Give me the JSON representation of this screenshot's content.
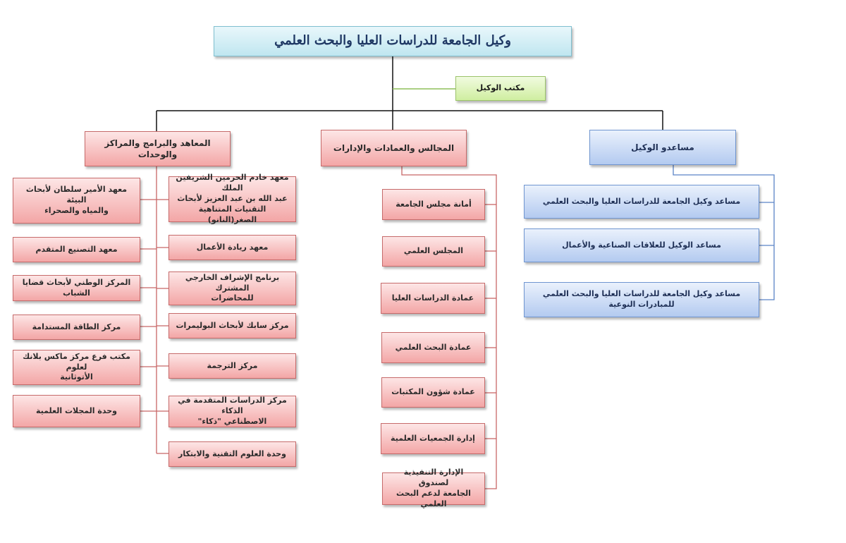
{
  "top": "وكيل الجامعة للدراسات العليا والبحث العلمي",
  "office": "مكتب الوكيل",
  "branches": {
    "assistants": {
      "title": "مساعدو الوكيل",
      "items": [
        [
          "مساعد وكيل الجامعة للدراسات العليا والبحث العلمي"
        ],
        [
          "مساعد الوكيل للعلاقات الصناعية والأعمال"
        ],
        [
          "مساعد وكيل الجامعة للدراسات العليا والبحث العلمي",
          "للمبادرات النوعية"
        ]
      ]
    },
    "councils": {
      "title": "المجالس والعمادات والإدارات",
      "items": [
        [
          "أمانة مجلس الجامعة"
        ],
        [
          "المجلس العلمي"
        ],
        [
          "عمادة الدراسات العليا"
        ],
        [
          "عمادة البحث العلمي"
        ],
        [
          "عمادة شؤون المكتبات"
        ],
        [
          "إدارة الجمعيات العلمية"
        ],
        [
          "الإدارة التنفيذية لصندوق",
          "الجامعة لدعم البحث العلمي"
        ]
      ]
    },
    "institutes": {
      "title": "المعاهد والبرامج والمراكز والوحدات",
      "inner": [
        [
          "معهد خادم الحرمين الشريفين الملك",
          "عبد الله بن عبد العزيز لأبحاث",
          "التقنيات المتناهية الصغر(النانو)"
        ],
        [
          "معهد ريادة الأعمال"
        ],
        [
          "برنامج الإشراف الخارجي المشترك",
          "للمحاضرات"
        ],
        [
          "مركز سابك لأبحاث البوليمرات"
        ],
        [
          "مركز الترجمة"
        ],
        [
          "مركز الدراسات المتقدمة في الذكاء",
          "الاصطناعي \"ذكاء\""
        ],
        [
          "وحدة العلوم التقنية والابتكار"
        ]
      ],
      "outer": [
        [
          "معهد الأمير سلطان لأبحاث البيئة",
          "والمياه والصحراء"
        ],
        [
          "معهد التصنيع المتقدم"
        ],
        [
          "المركز الوطني لأبحاث قضايا الشباب"
        ],
        [
          "مركز الطاقة المستدامة"
        ],
        [
          "مكتب فرع مركز ماكس بلانك لعلوم",
          "الأتوثانية"
        ],
        [
          "وحدة المجلات العلمية"
        ]
      ]
    }
  }
}
